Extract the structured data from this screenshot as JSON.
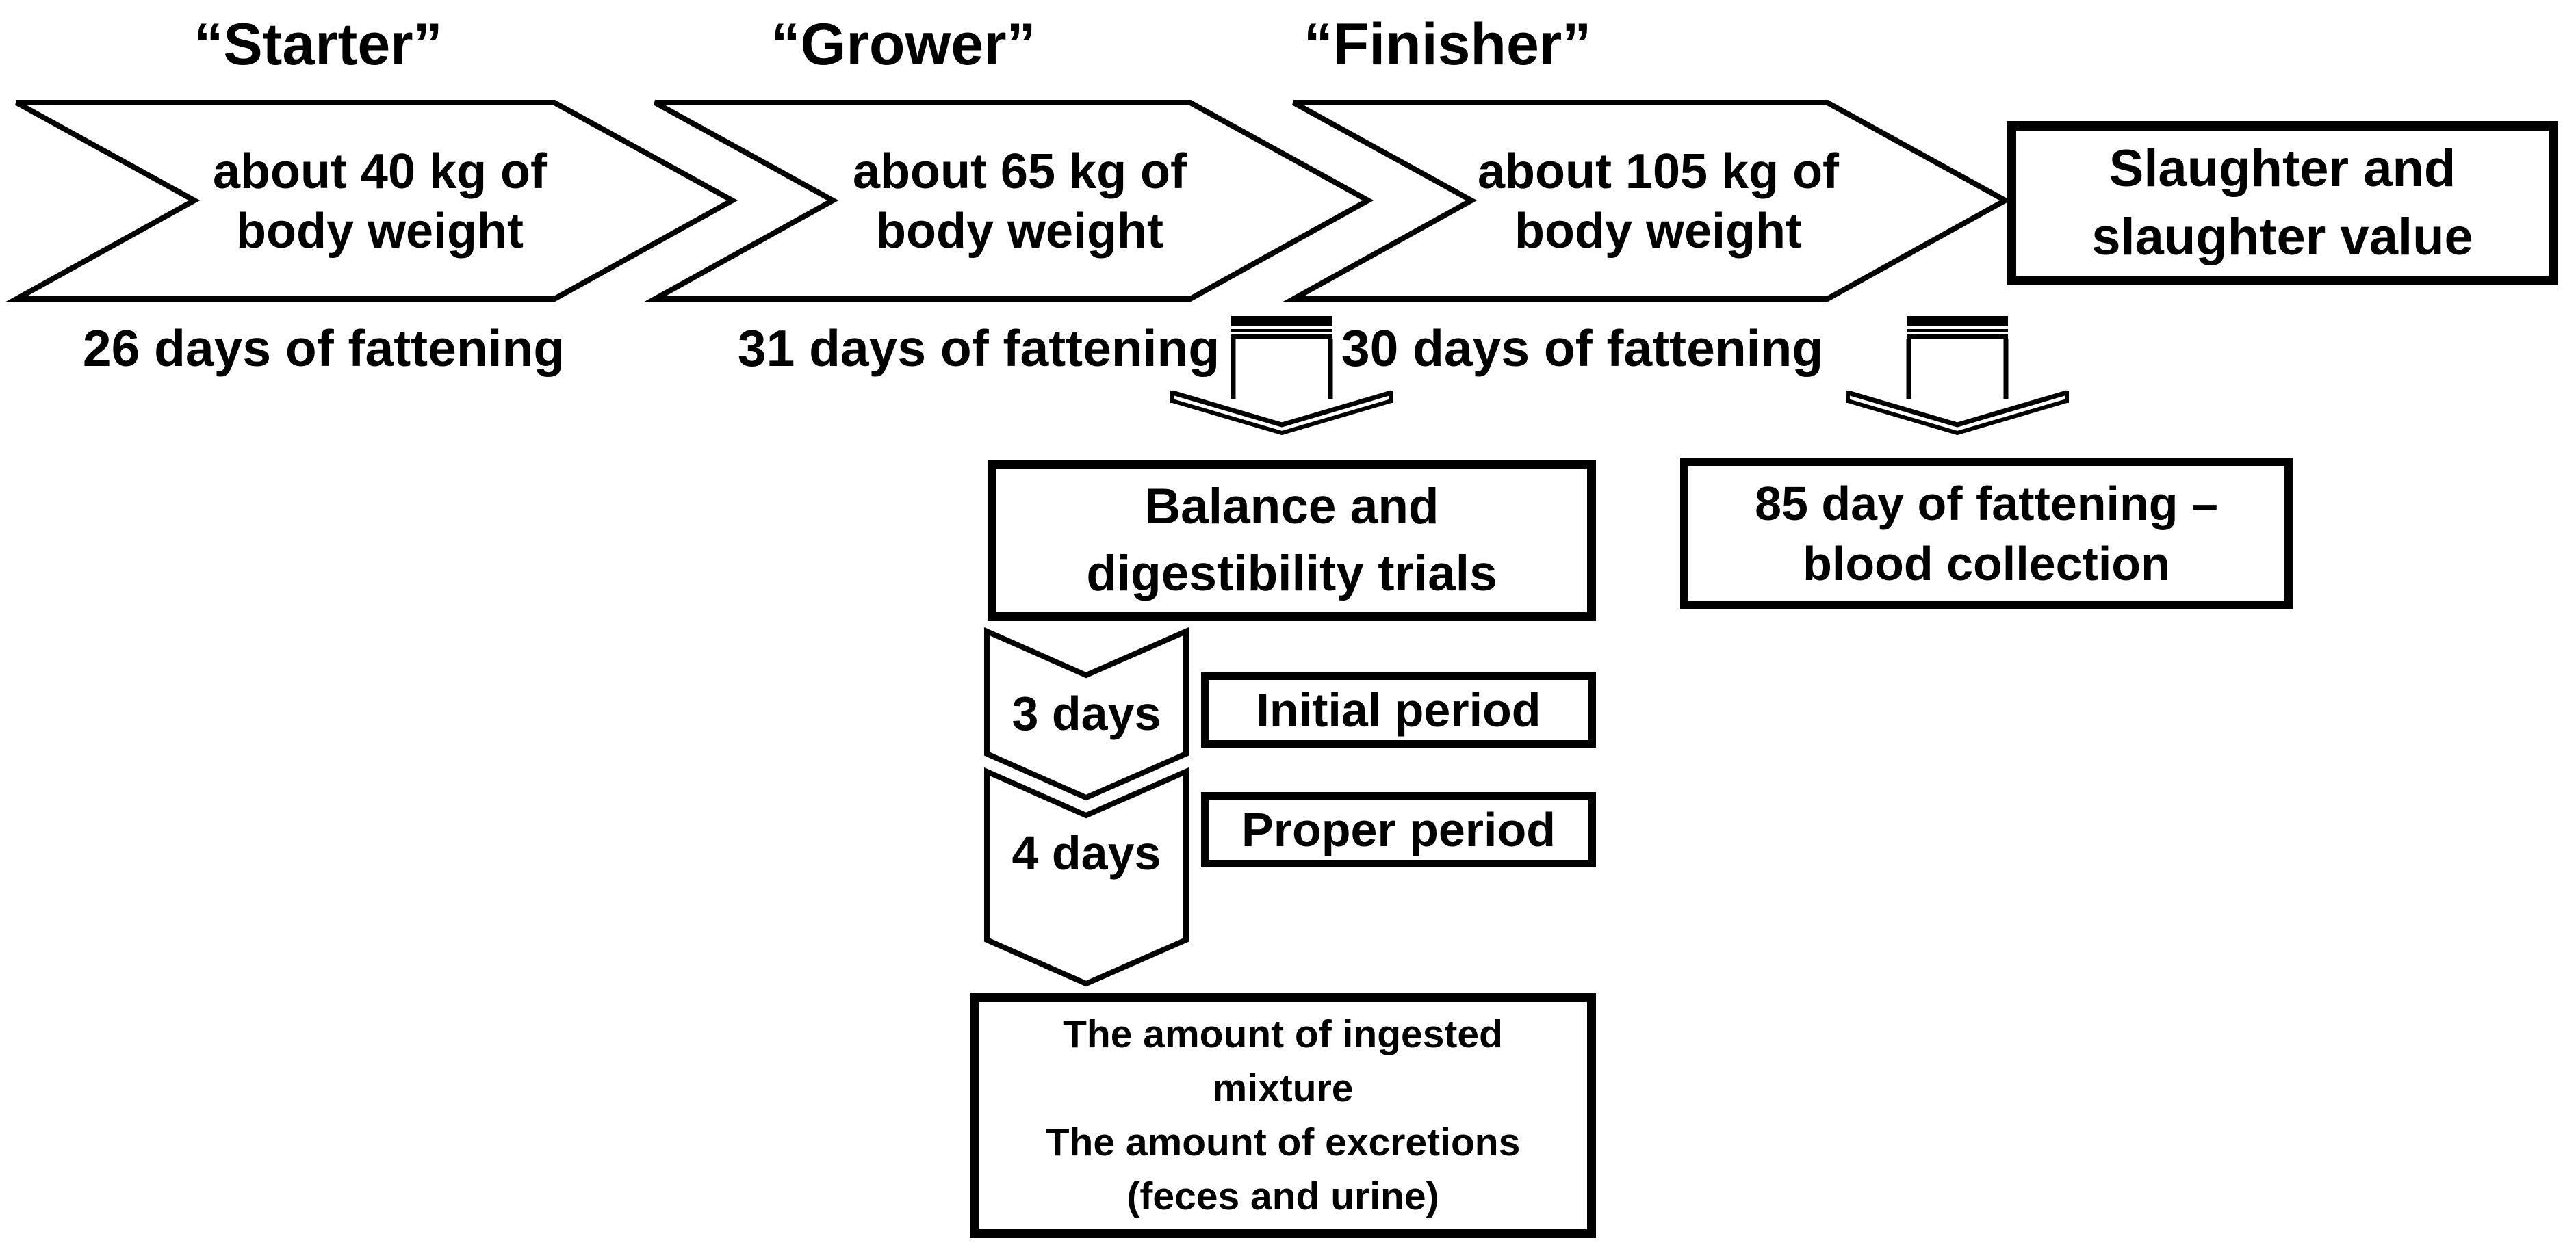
{
  "diagram": {
    "colors": {
      "ink": "#000000",
      "background": "#ffffff"
    },
    "phases": [
      {
        "title": "“Starter”",
        "body_line1": "about 40 kg of",
        "body_line2": "body weight",
        "duration": "26 days of fattening"
      },
      {
        "title": "“Grower”",
        "body_line1": "about 65 kg of",
        "body_line2": "body weight",
        "duration": "31 days of fattening"
      },
      {
        "title": "“Finisher”",
        "body_line1": "about 105 kg of",
        "body_line2": "body weight",
        "duration": "30 days of fattening"
      }
    ],
    "slaughter_box": {
      "line1": "Slaughter and",
      "line2": "slaughter value"
    },
    "balance_box": {
      "line1": "Balance and",
      "line2": "digestibility trials"
    },
    "blood_box": {
      "line1": "85 day of fattening –",
      "line2": "blood collection"
    },
    "initial_period": {
      "duration": "3 days",
      "label": "Initial period"
    },
    "proper_period": {
      "duration": "4 days",
      "label": "Proper period"
    },
    "outcome_box": {
      "line1": "The amount of ingested",
      "line2": "mixture",
      "line3": "The amount of excretions",
      "line4": "(feces and urine)"
    }
  }
}
